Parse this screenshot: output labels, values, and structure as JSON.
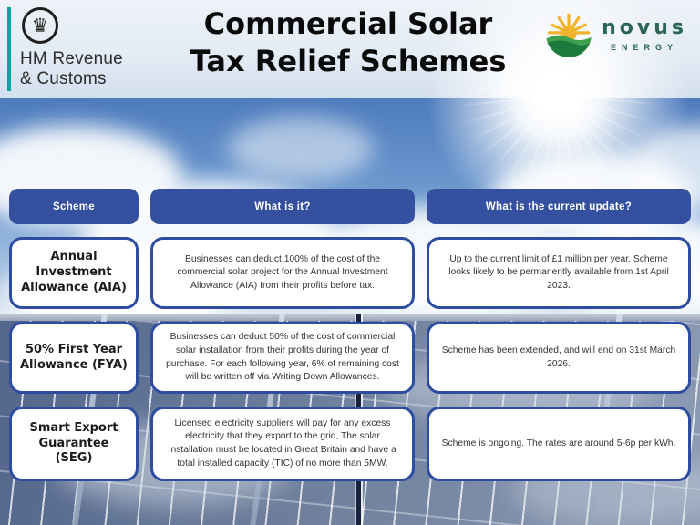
{
  "header": {
    "hmrc": {
      "line1": "HM Revenue",
      "line2": "& Customs",
      "accent_color": "#00A5A0"
    },
    "title_line1": "Commercial Solar",
    "title_line2": "Tax Relief Schemes",
    "novus": {
      "wordmark": "novus",
      "subtitle": "ENERGY",
      "brand_color": "#2A6653",
      "sun_color": "#F2B42C"
    }
  },
  "table": {
    "style": {
      "header_bg": "#35509E",
      "card_border": "#2E4DA0"
    },
    "headers": [
      {
        "label": "Scheme"
      },
      {
        "label": "What is it?"
      },
      {
        "label": "What is the current update?"
      }
    ],
    "rows": [
      {
        "scheme": "Annual Investment Allowance (AIA)",
        "what": "Businesses can deduct 100% of the cost of the commercial solar project for the Annual Investment Allowance (AIA) from their profits before tax.",
        "update": "Up to the current limit of £1 million per year. Scheme looks likely to be permanently available from 1st April 2023."
      },
      {
        "scheme": "50% First Year Allowance (FYA)",
        "what": "Businesses can deduct 50% of the cost of commercial solar installation from their profits during the year of purchase. For each following year, 6% of remaining cost will be written off via Writing Down Allowances.",
        "update": "Scheme has been extended, and will end on 31st March 2026."
      },
      {
        "scheme": "Smart Export Guarantee (SEG)",
        "what": "Licensed electricity suppliers will pay for any excess electricity that they export to the grid, The solar installation must be located in Great Britain and have a total installed capacity (TIC) of no more than 5MW.",
        "update": "Scheme is ongoing. The rates are around 5-6p per kWh."
      }
    ]
  }
}
